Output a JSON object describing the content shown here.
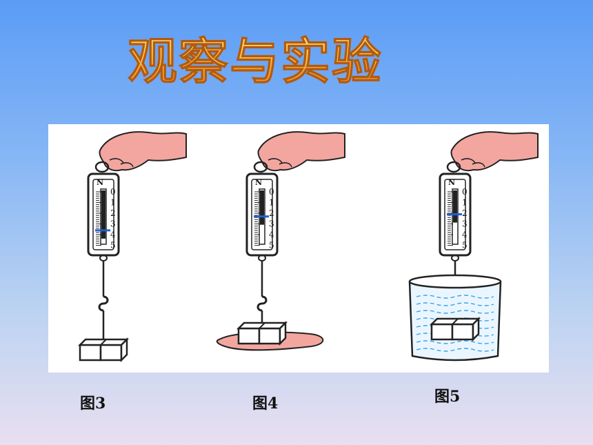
{
  "title": "观察与实验",
  "scale": {
    "unit": "N",
    "ticks": [
      "0",
      "1",
      "2",
      "3",
      "4",
      "5"
    ]
  },
  "figures": [
    {
      "caption": "图3",
      "reading": 3.6,
      "support": "none"
    },
    {
      "caption": "图4",
      "reading": 2.3,
      "support": "hand"
    },
    {
      "caption": "图5",
      "reading": 2.1,
      "support": "water"
    }
  ],
  "colors": {
    "hand": "#f3a6a0",
    "pointer": "#1f5fd6",
    "water": "#3aa0e6"
  }
}
